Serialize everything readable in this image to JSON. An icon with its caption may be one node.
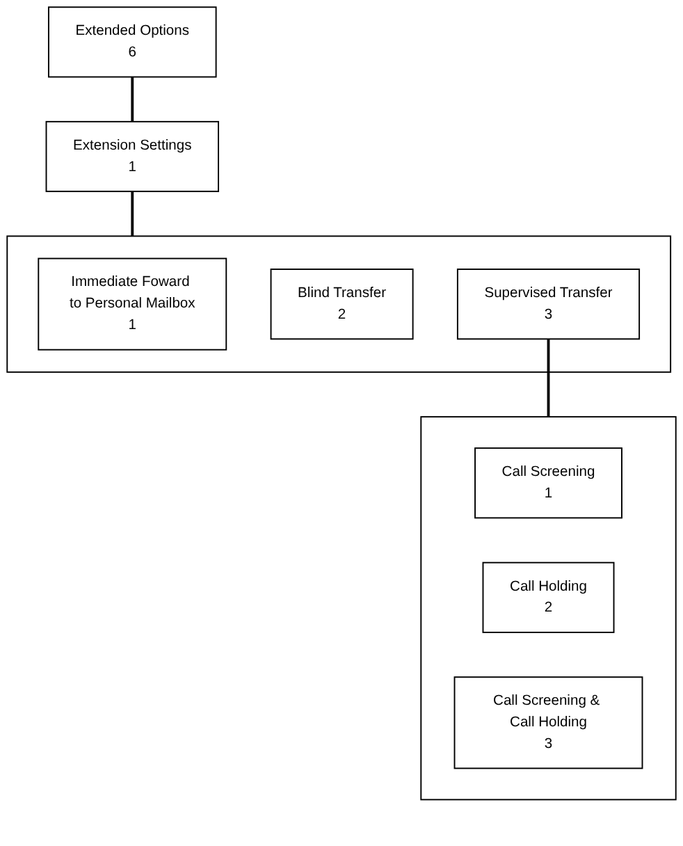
{
  "diagram": {
    "nodes": [
      {
        "text": [
          "Extended Options",
          "6"
        ]
      },
      {
        "text": [
          "Extension Settings",
          "1"
        ]
      },
      {
        "text": [],
        "shape": "box"
      },
      {
        "text": [
          "Immediate Foward to Personal Mailbox",
          "1"
        ],
        "in": 2
      },
      {
        "text": [
          "Blind Transfer",
          "2"
        ],
        "in": 2
      },
      {
        "text": [
          "Supervised Transfer",
          "3"
        ],
        "in": 2
      },
      {
        "text": [],
        "shape": "box"
      },
      {
        "text": [
          "Call Screening",
          "1"
        ],
        "in": 6
      },
      {
        "text": [
          "Call Holding",
          "2"
        ],
        "in": 6
      },
      {
        "text": [
          "Call Screening & Call Holding",
          "3"
        ],
        "in": 6
      }
    ],
    "edges": [
      {
        "from": 0,
        "to": 1,
        "arrow": "none"
      },
      {
        "from": 1,
        "to": 2,
        "arrow": "none"
      },
      {
        "from": 5,
        "to": 6,
        "arrow": "none"
      }
    ]
  }
}
